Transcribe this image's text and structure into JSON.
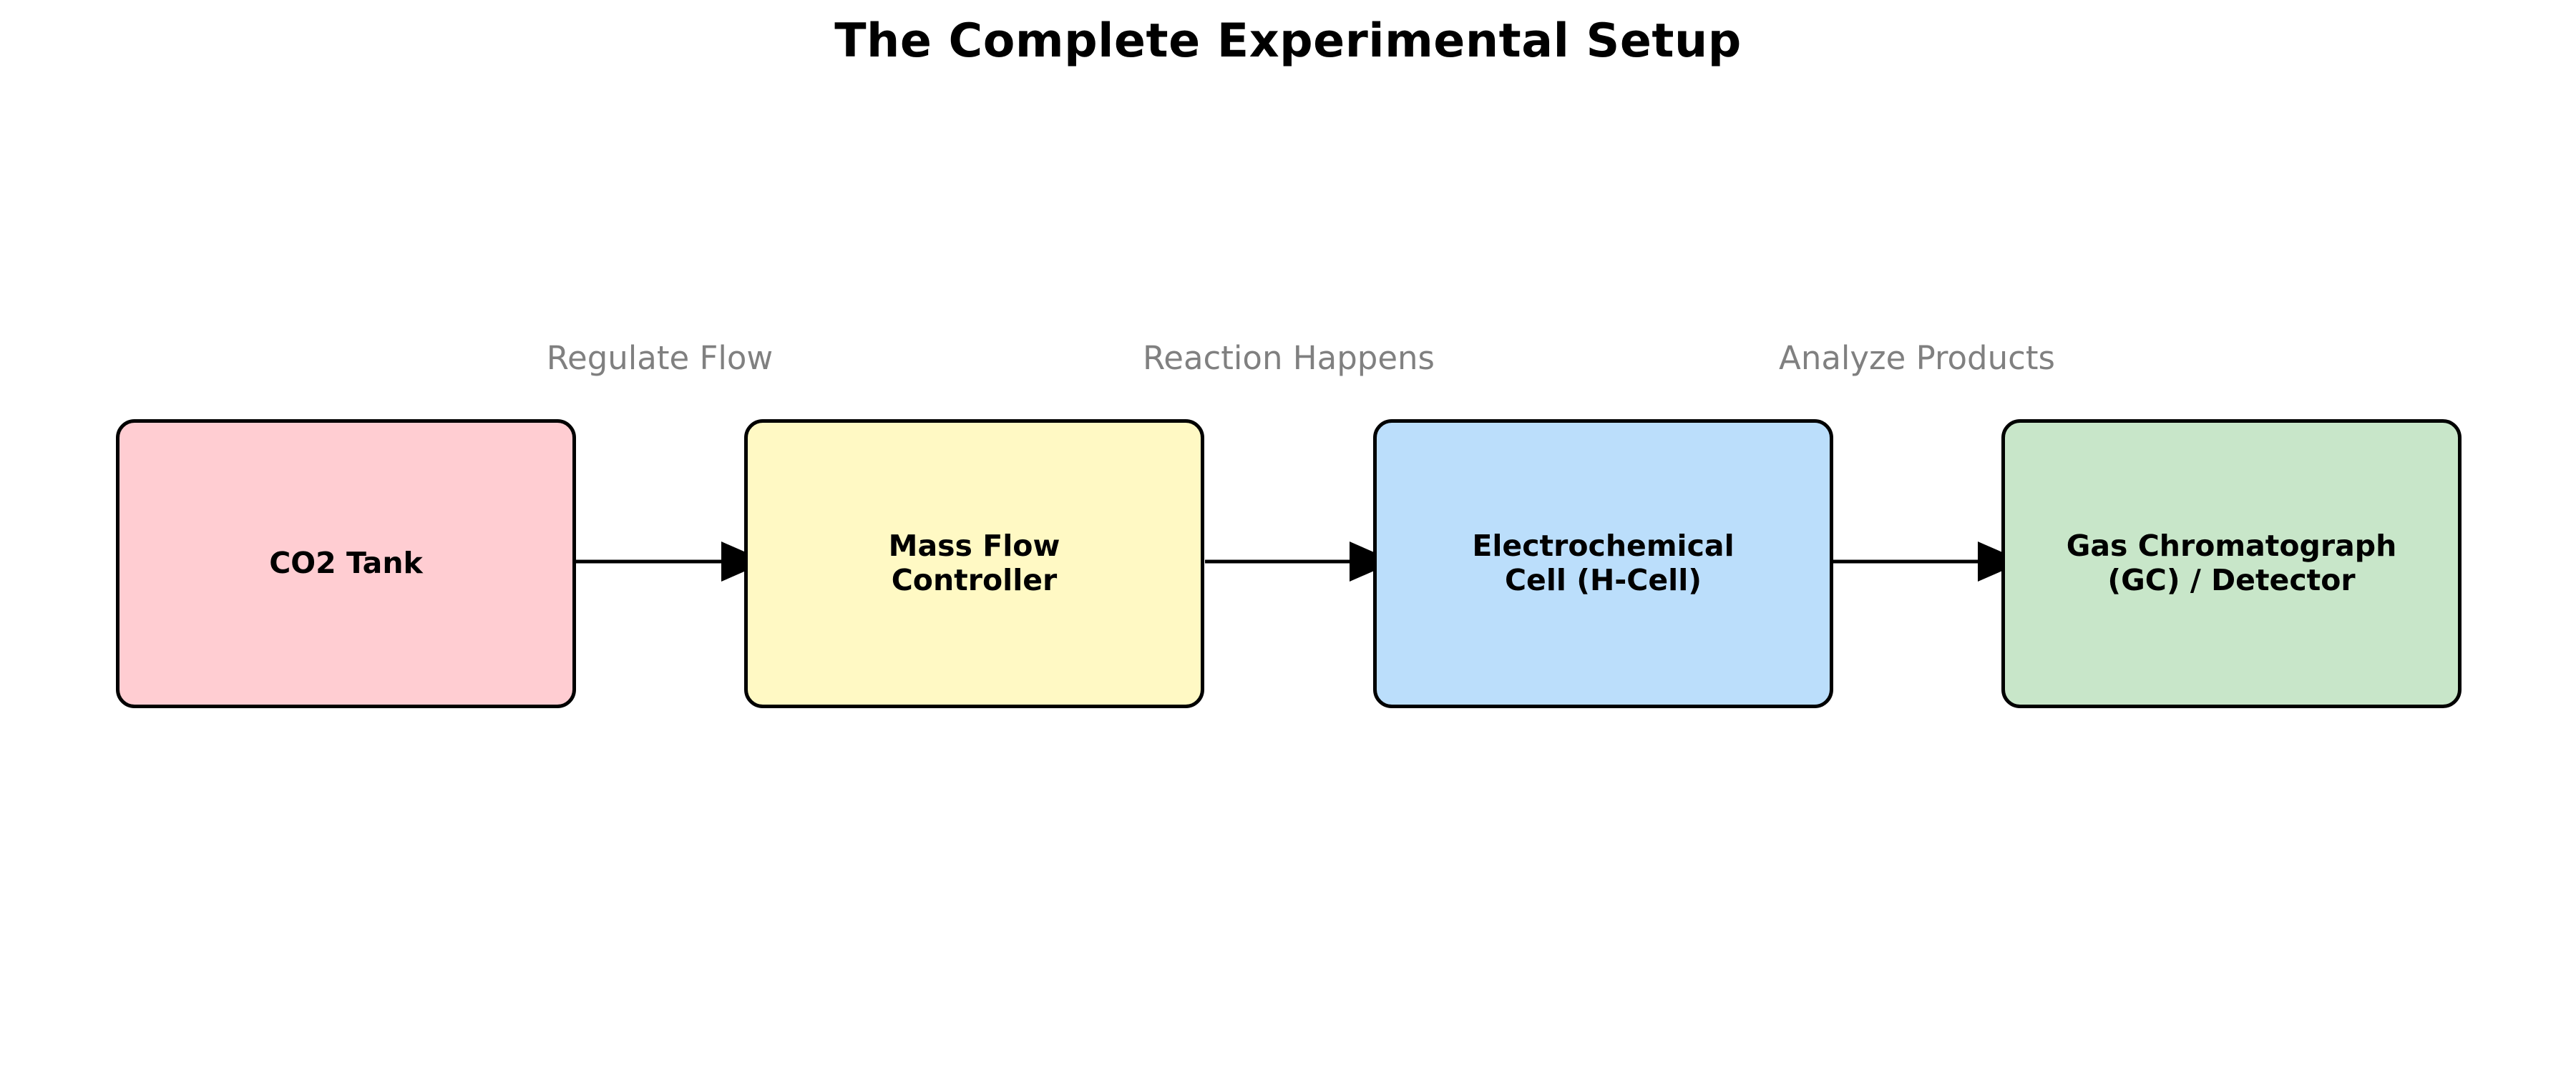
{
  "diagram": {
    "title": "The Complete Experimental Setup",
    "colors": {
      "background": "#ffffff",
      "title_text": "#000000",
      "node_border": "#000000",
      "node_text": "#000000",
      "arrow": "#000000",
      "edge_label_text": "#808080"
    },
    "nodes": [
      {
        "id": "co2-tank",
        "label": "CO2 Tank",
        "fill": "#FFCDD2"
      },
      {
        "id": "mass-flow-controller",
        "label": "Mass Flow\nController",
        "fill": "#FFF9C4"
      },
      {
        "id": "electrochemical-cell",
        "label": "Electrochemical\nCell (H-Cell)",
        "fill": "#BBDEFB"
      },
      {
        "id": "gas-chromatograph",
        "label": "Gas Chromatograph\n(GC) / Detector",
        "fill": "#C8E6C9"
      }
    ],
    "edges": [
      {
        "from": "co2-tank",
        "to": "mass-flow-controller",
        "label": "Regulate Flow"
      },
      {
        "from": "mass-flow-controller",
        "to": "electrochemical-cell",
        "label": "Reaction Happens"
      },
      {
        "from": "electrochemical-cell",
        "to": "gas-chromatograph",
        "label": "Analyze Products"
      }
    ]
  }
}
